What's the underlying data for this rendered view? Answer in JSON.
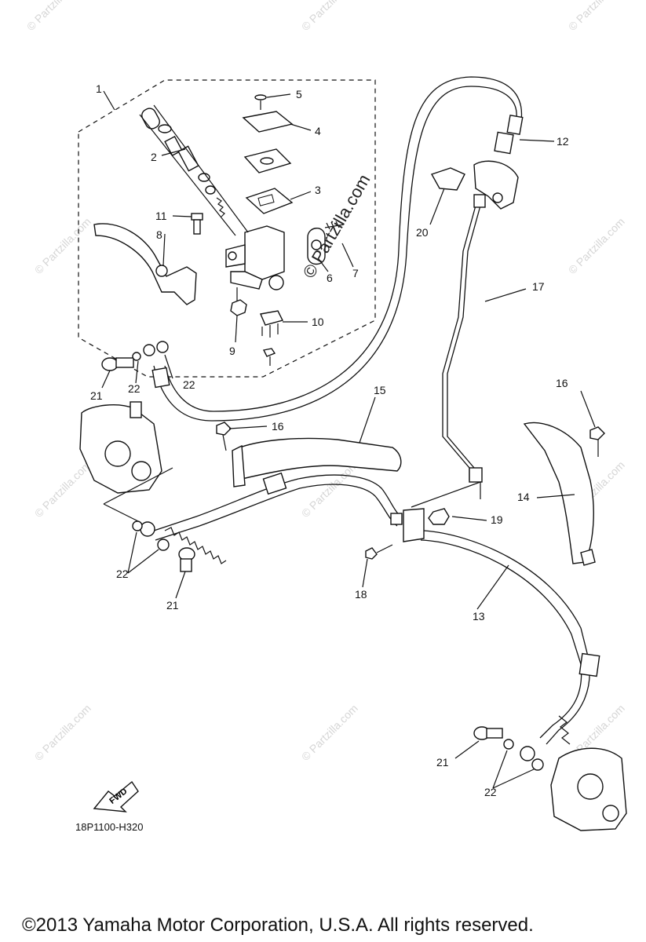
{
  "diagram": {
    "part_code": "18P1100-H320",
    "copyright": "©2013  Yamaha Motor Corporation, U.S.A. All rights reserved.",
    "site_watermark": "© Partzilla.com",
    "fwd_label": "FWD",
    "callouts": [
      "1",
      "2",
      "3",
      "4",
      "5",
      "6",
      "7",
      "8",
      "9",
      "10",
      "11",
      "12",
      "13",
      "14",
      "15",
      "16",
      "16",
      "17",
      "18",
      "19",
      "20",
      "21",
      "21",
      "21",
      "22",
      "22",
      "22",
      "22"
    ]
  }
}
